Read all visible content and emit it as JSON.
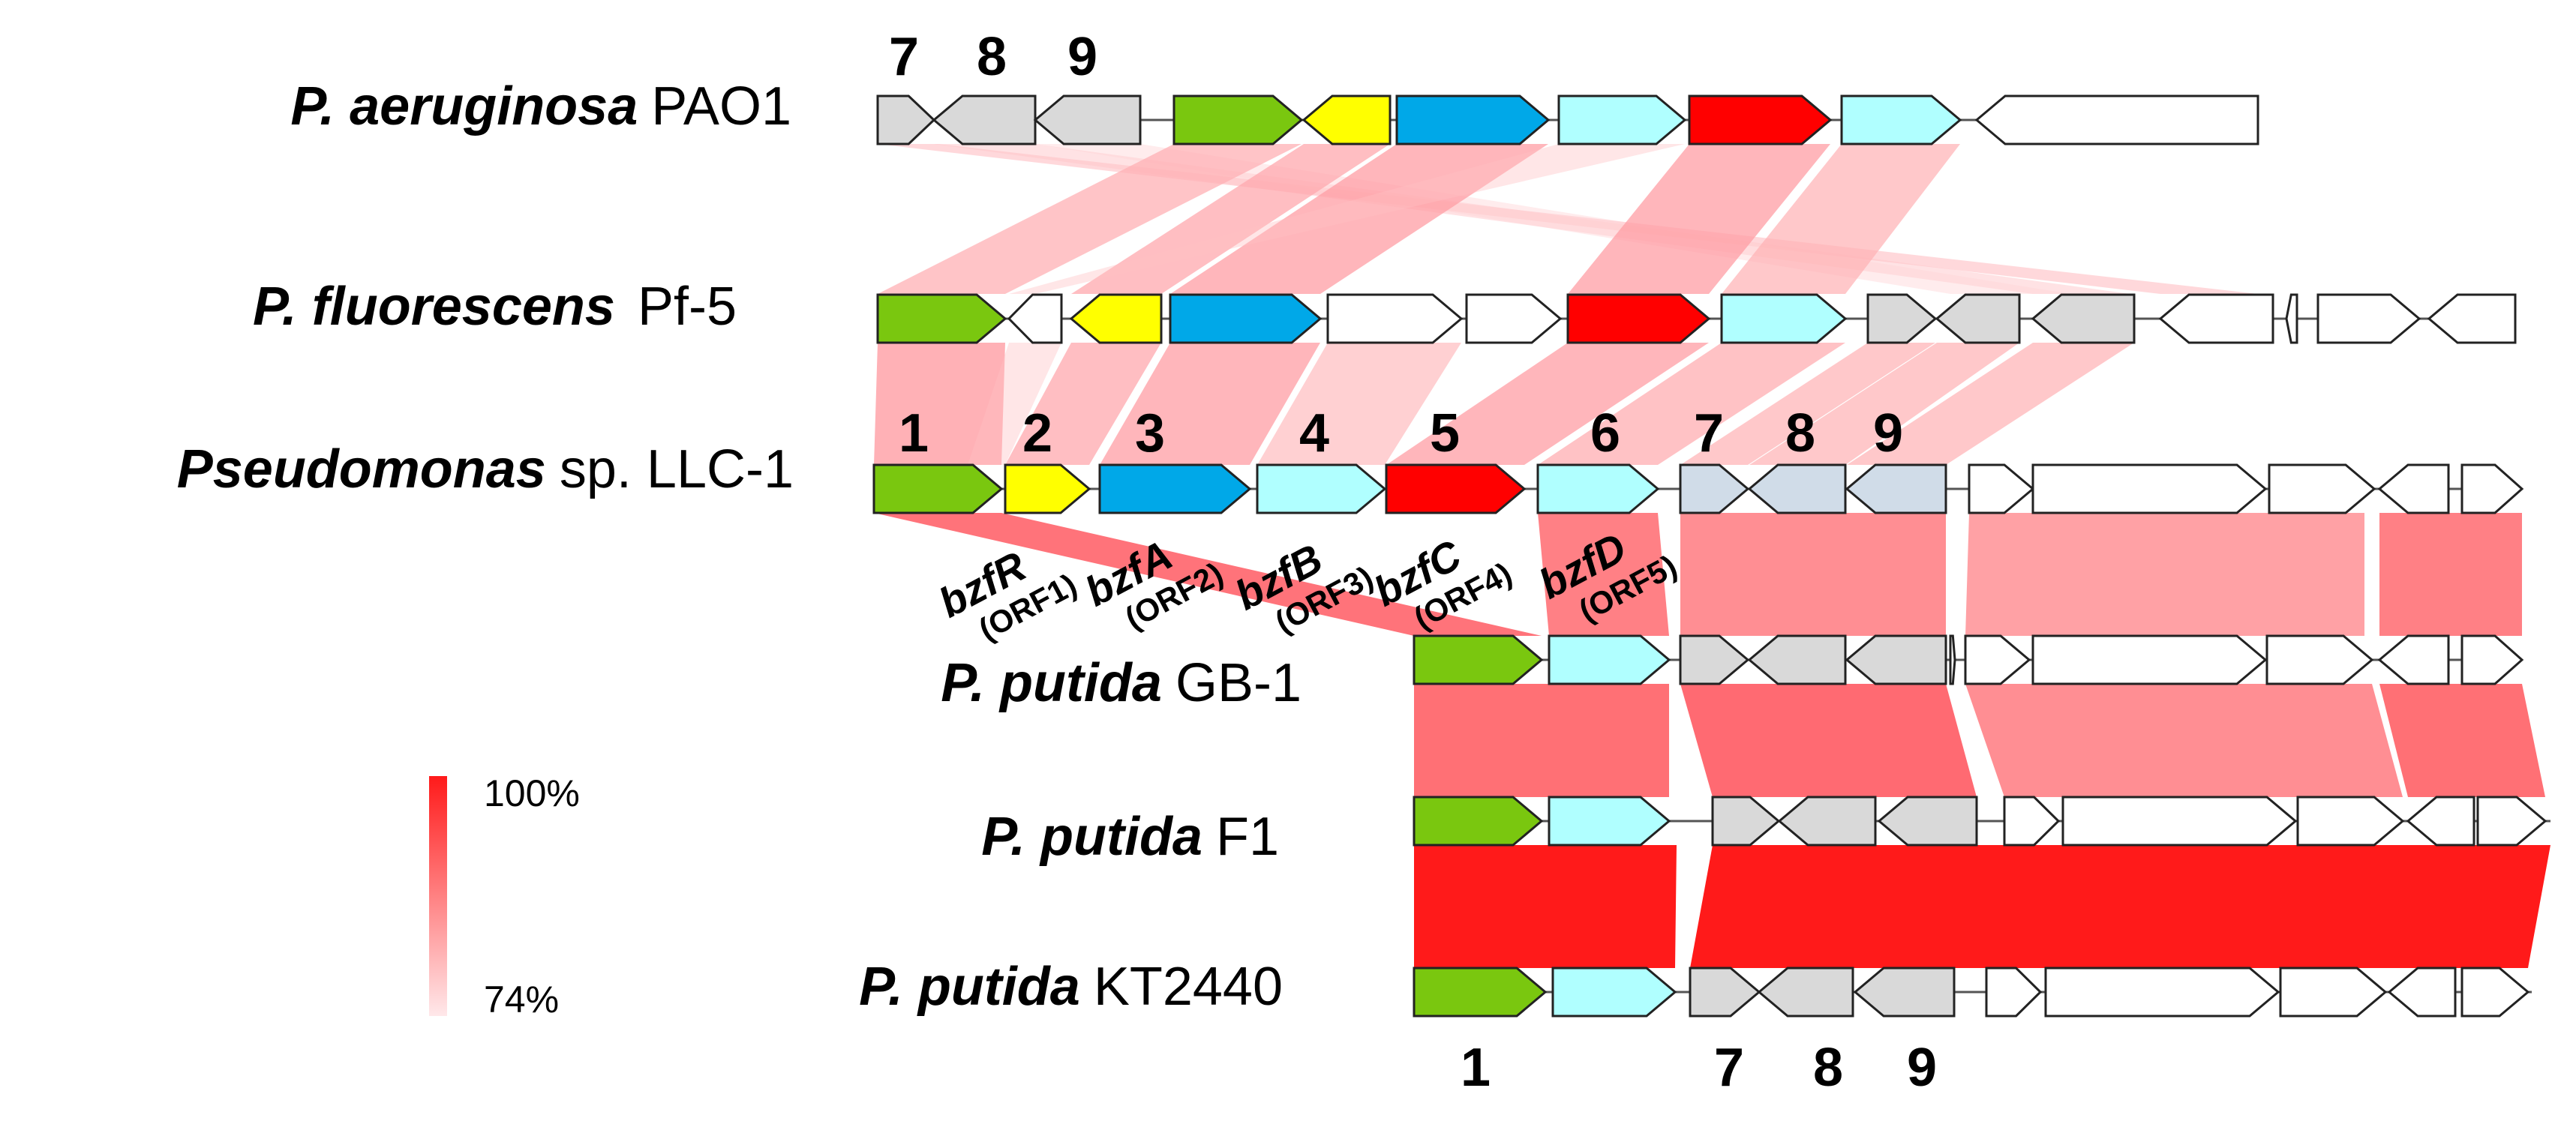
{
  "genomes": [
    {
      "id": "pao1",
      "species": "P. aeruginosa",
      "strain": "PAO1"
    },
    {
      "id": "pf5",
      "species": "P. fluorescens",
      "strain": "Pf-5"
    },
    {
      "id": "llc1",
      "species": "Pseudomonas",
      "strain": "sp. LLC-1"
    },
    {
      "id": "gb1",
      "species": "P. putida",
      "strain": "GB-1"
    },
    {
      "id": "f1",
      "species": "P. putida",
      "strain": "F1"
    },
    {
      "id": "kt2440",
      "species": "P. putida",
      "strain": "KT2440"
    }
  ],
  "number_labels": {
    "pao1": [
      "7",
      "8",
      "9"
    ],
    "llc1": [
      "1",
      "2",
      "3",
      "4",
      "5",
      "6",
      "7",
      "8",
      "9"
    ],
    "kt2440": [
      "1",
      "7",
      "8",
      "9"
    ]
  },
  "gene_names": [
    {
      "name": "bzfR",
      "orf": "(ORF1)"
    },
    {
      "name": "bzfA",
      "orf": "(ORF2)"
    },
    {
      "name": "bzfB",
      "orf": "(ORF3)"
    },
    {
      "name": "bzfC",
      "orf": "(ORF4)"
    },
    {
      "name": "bzfD",
      "orf": "(ORF5)"
    }
  ],
  "legend": {
    "max_label": "100%",
    "min_label": "74%",
    "max_color": "#ff1a1a",
    "min_color": "#ffe8ea"
  },
  "colors": {
    "green": "#7ac70f",
    "yellow": "#ffff00",
    "blue": "#00a8e8",
    "cyan": "#b0ffff",
    "red": "#ff0000",
    "gray": "#d9d9d9",
    "bluegray": "#d0dce8",
    "white": "#ffffff"
  }
}
